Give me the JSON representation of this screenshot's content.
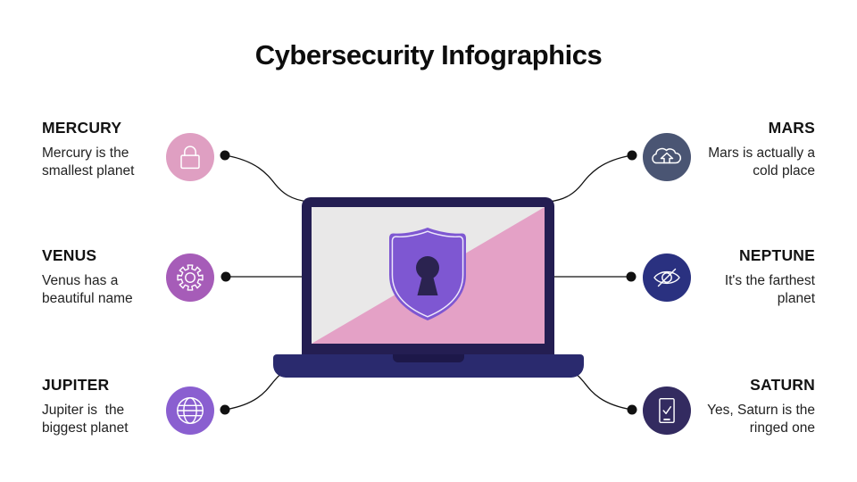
{
  "title": "Cybersecurity Infographics",
  "items": [
    {
      "name": "MERCURY",
      "description": "Mercury is the\nsmallest planet",
      "icon": "lock-icon",
      "color": "#DF9FC2",
      "side": "left"
    },
    {
      "name": "VENUS",
      "description": "Venus has a\nbeautiful name",
      "icon": "gear-icon",
      "color": "#A65CB8",
      "side": "left"
    },
    {
      "name": "JUPITER",
      "description": "Jupiter is  the\nbiggest planet",
      "icon": "globe-icon",
      "color": "#8A5FD0",
      "side": "left"
    },
    {
      "name": "MARS",
      "description": "Mars is actually a\ncold place",
      "icon": "cloud-upload-icon",
      "color": "#4A5573",
      "side": "right"
    },
    {
      "name": "NEPTUNE",
      "description": "It's the farthest\nplanet",
      "icon": "eye-off-icon",
      "color": "#2A3180",
      "side": "right"
    },
    {
      "name": "SATURN",
      "description": "Yes, Saturn is the\nringed one",
      "icon": "phone-check-icon",
      "color": "#332B60",
      "side": "right"
    }
  ],
  "illustration": {
    "name": "laptop-with-security-shield",
    "colors": {
      "laptop_frame": "#241E52",
      "laptop_base": "#2A2A6E",
      "screen_gray": "#E9E8E8",
      "screen_pink": "#E4A1C6",
      "shield": "#7E57D2",
      "shield_outline": "#EDE7FB",
      "keyhole": "#2B2350",
      "connector": "#111111"
    }
  }
}
